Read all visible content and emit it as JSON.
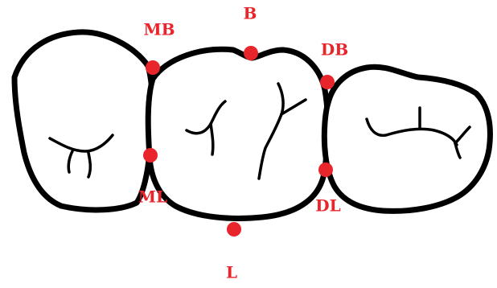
{
  "diagram": {
    "colors": {
      "marker": "#e8252b",
      "label": "#e8252b",
      "outline": "#000000",
      "background": "#ffffff"
    },
    "teeth": [
      {
        "id": "left-tooth"
      },
      {
        "id": "center-tooth"
      },
      {
        "id": "right-tooth"
      }
    ],
    "points": [
      {
        "id": "mb",
        "label": "MB"
      },
      {
        "id": "b",
        "label": "B"
      },
      {
        "id": "db",
        "label": "DB"
      },
      {
        "id": "ml",
        "label": "ML"
      },
      {
        "id": "l",
        "label": "L"
      },
      {
        "id": "dl",
        "label": "DL"
      }
    ]
  }
}
